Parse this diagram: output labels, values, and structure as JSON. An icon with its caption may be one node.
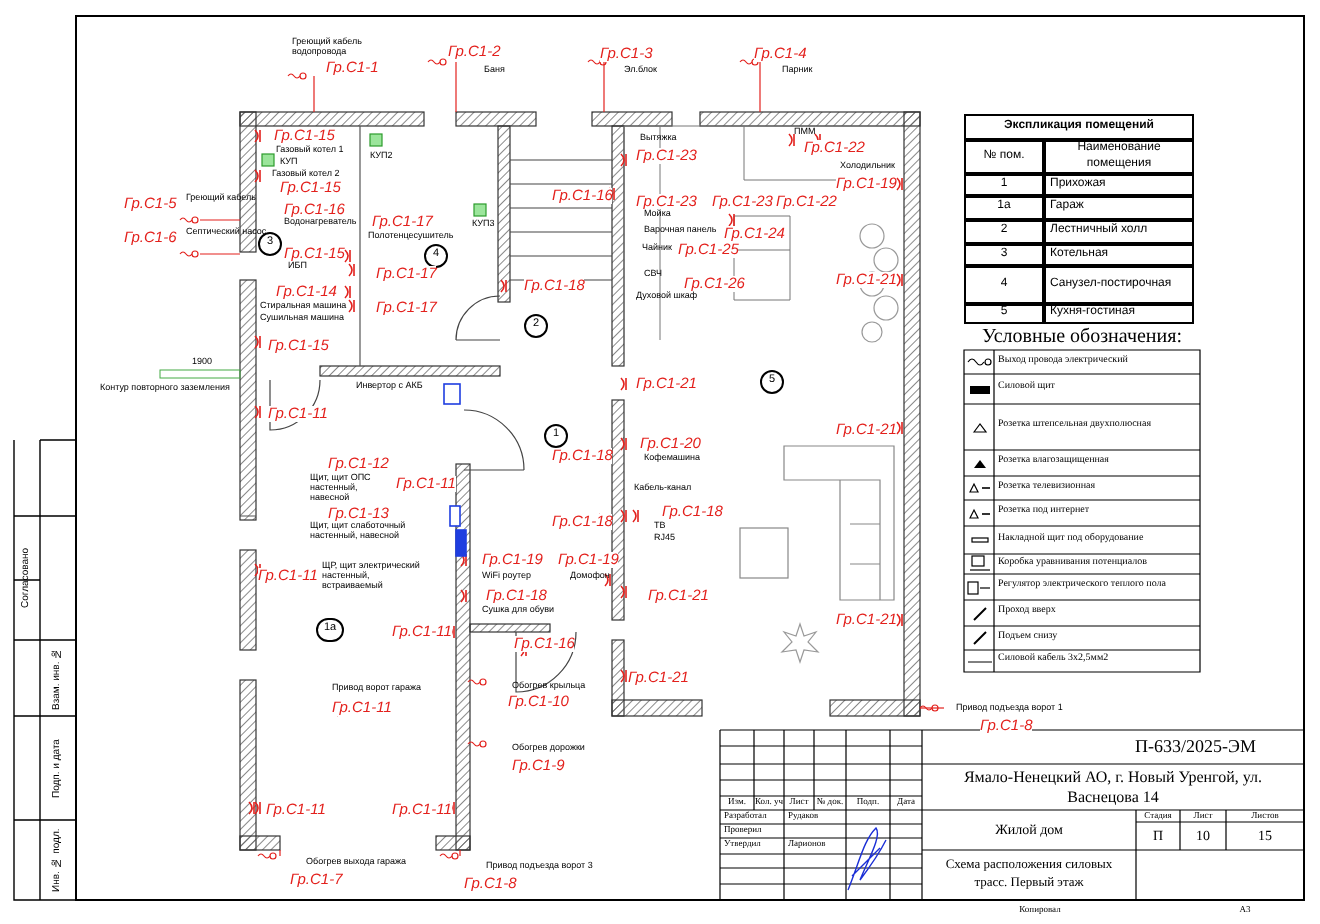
{
  "diagram": {
    "nodes": [
      {
        "text": [
          "3"
        ]
      },
      {
        "text": [
          "4"
        ]
      },
      {
        "text": [
          "2"
        ]
      },
      {
        "text": [
          "5"
        ]
      },
      {
        "text": [
          "1"
        ]
      },
      {
        "text": [
          "1а"
        ]
      }
    ],
    "labels": [
      "Греющий кабель водопровода",
      "Гр.С1-1",
      "Гр.С1-2",
      "Баня",
      "Гр.С1-3",
      "Эл.блок",
      "Гр.С1-4",
      "Парник",
      "Гр.С1-15",
      "Газовый котел 1",
      "КУП",
      "КУП2",
      "Газовый котел 2",
      "Гр.С1-15",
      "Гр.С1-5",
      "Греющий кабель",
      "Гр.С1-16",
      "Водонагреватель",
      "Гр.С1-17",
      "Полотенцесушитель",
      "КУП3",
      "Гр.С1-6",
      "Септический насос",
      "Гр.С1-15",
      "ИБП",
      "Гр.С1-17",
      "Гр.С1-14",
      "Стиральная машина",
      "Сушильная машина",
      "Гр.С1-17",
      "Гр.С1-15",
      "1900",
      "Контур повторного заземления",
      "Инвертор с АКБ",
      "Гр.С1-11",
      "Гр.С1-16",
      "Вытяжка",
      "Гр.С1-23",
      "ПММ",
      "Гр.С1-22",
      "Холодильник",
      "Гр.С1-19",
      "Гр.С1-23",
      "Гр.С1-23",
      "Гр.С1-22",
      "Мойка",
      "Варочная панель",
      "Гр.С1-24",
      "Чайник",
      "Гр.С1-25",
      "Гр.С1-18",
      "СВЧ",
      "Гр.С1-26",
      "Духовой шкаф",
      "Гр.С1-21",
      "Гр.С1-21",
      "Гр.С1-21",
      "Гр.С1-18",
      "Гр.С1-20",
      "Кофемашина",
      "Кабель-канал",
      "Гр.С1-18",
      "Гр.С1-18",
      "ТВ",
      "RJ45",
      "Гр.С1-19",
      "Гр.С1-19",
      "WiFi роутер",
      "Домофон",
      "Гр.С1-18",
      "Гр.С1-21",
      "Сушка для обуви",
      "Гр.С1-21",
      "Гр.С1-16",
      "Гр.С1-21",
      "Обогрев крыльца",
      "Гр.С1-10",
      "Привод подъезда ворот 1",
      "Гр.С1-8",
      "Обогрев дорожки",
      "Гр.С1-9",
      "Привод подъезда ворот 3",
      "Гр.С1-8",
      "Гр.С1-12",
      "Щит, щит ОПС настенный, навесной",
      "Гр.С1-11",
      "Гр.С1-13",
      "Щит, щит слаботочный настенный, навесной",
      "ЩР, щит электрический настенный, встраиваемый",
      "Гр.С1-11",
      "Гр.С1-11",
      "Привод ворот гаража",
      "Гр.С1-11",
      "Гр.С1-11",
      "Гр.С1-11",
      "Обогрев выхода гаража",
      "Гр.С1-7",
      "Экспликация помещений",
      "№ пом.",
      "Наименование помещения",
      "1",
      "Прихожая",
      "1а",
      "Гараж",
      "2",
      "Лестничный холл",
      "3",
      "Котельная",
      "4",
      "Санузел-постирочная",
      "5",
      "Кухня-гостиная",
      "Условные обозначения:",
      "Согласовано",
      "Взам. инв. №",
      "Подп. и дата",
      "Инв. № подл.",
      "Изм.",
      "Кол. уч",
      "Лист",
      "№ док.",
      "Подп.",
      "Дата",
      "Разработал",
      "Рудаков",
      "Проверил",
      "Утвердил",
      "Ларионов",
      "П-633/2025-ЭМ",
      "Ямало-Ненецкий АО, г. Новый Уренгой, ул. Васнецова 14",
      "Жилой дом",
      "Стадия",
      "Лист",
      "Листов",
      "П",
      "10",
      "15",
      "Схема расположения силовых трасс. Первый этаж",
      "Копировал",
      "А3"
    ],
    "legend": [
      {
        "text": "Выход провода электрический"
      },
      {
        "text": "Силовой щит"
      },
      {
        "text": "Розетка штепсельная двухполюсная"
      },
      {
        "text": "Розетка влагозащищенная"
      },
      {
        "text": "Розетка телевизионная"
      },
      {
        "text": "Розетка под интернет"
      },
      {
        "text": "Накладной щит под оборудование"
      },
      {
        "text": "Коробка уравнивания потенциалов"
      },
      {
        "text": "Регулятор электрического теплого пола"
      },
      {
        "text": "Проход вверх"
      },
      {
        "text": "Подъем снизу"
      },
      {
        "text": "Силовой кабель 3х2,5мм2"
      }
    ]
  }
}
